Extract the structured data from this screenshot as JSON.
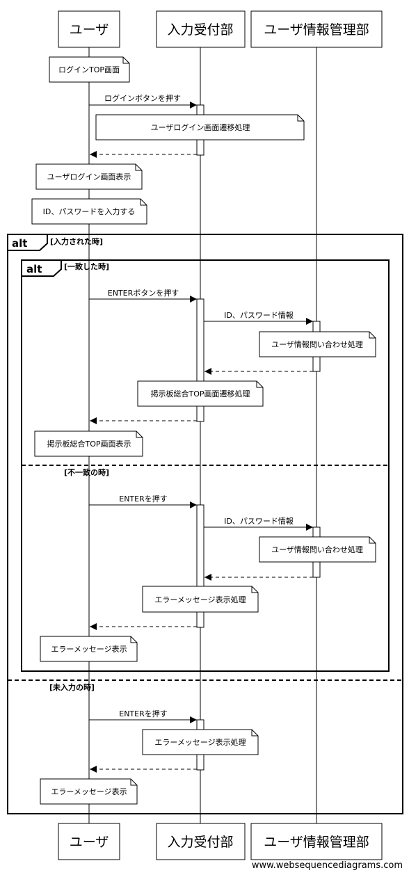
{
  "participants": [
    {
      "id": "user",
      "label": "ユーザ"
    },
    {
      "id": "input",
      "label": "入力受付部"
    },
    {
      "id": "mgmt",
      "label": "ユーザ情報管理部"
    }
  ],
  "messages": [
    {
      "id": "m1",
      "label": "ログインボタンを押す"
    },
    {
      "id": "m2",
      "label": "ENTERボタンを押す"
    },
    {
      "id": "m3",
      "label": "ID、パスワード情報"
    },
    {
      "id": "m4",
      "label": "ENTERを押す"
    },
    {
      "id": "m5",
      "label": "ID、パスワード情報"
    },
    {
      "id": "m6",
      "label": "ENTERを押す"
    }
  ],
  "notes": [
    {
      "id": "n1",
      "label": "ログインTOP画面"
    },
    {
      "id": "n2",
      "label": "ユーザログイン画面遷移処理"
    },
    {
      "id": "n3",
      "label": "ユーザログイン画面表示"
    },
    {
      "id": "n4",
      "label": "ID、パスワードを入力する"
    },
    {
      "id": "n5",
      "label": "ユーザ情報問い合わせ処理"
    },
    {
      "id": "n6",
      "label": "掲示板総合TOP画面遷移処理"
    },
    {
      "id": "n7",
      "label": "掲示板総合TOP画面表示"
    },
    {
      "id": "n8",
      "label": "ユーザ情報問い合わせ処理"
    },
    {
      "id": "n9",
      "label": "エラーメッセージ表示処理"
    },
    {
      "id": "n10",
      "label": "エラーメッセージ表示"
    },
    {
      "id": "n11",
      "label": "エラーメッセージ表示処理"
    },
    {
      "id": "n12",
      "label": "エラーメッセージ表示"
    }
  ],
  "fragments": {
    "outer": {
      "keyword": "alt",
      "guard1": "[入力された時]",
      "guard2": "[未入力の時]"
    },
    "inner": {
      "keyword": "alt",
      "guard1": "[一致した時]",
      "guard2": "[不一致の時]"
    }
  },
  "footer": "www.websequencediagrams.com"
}
